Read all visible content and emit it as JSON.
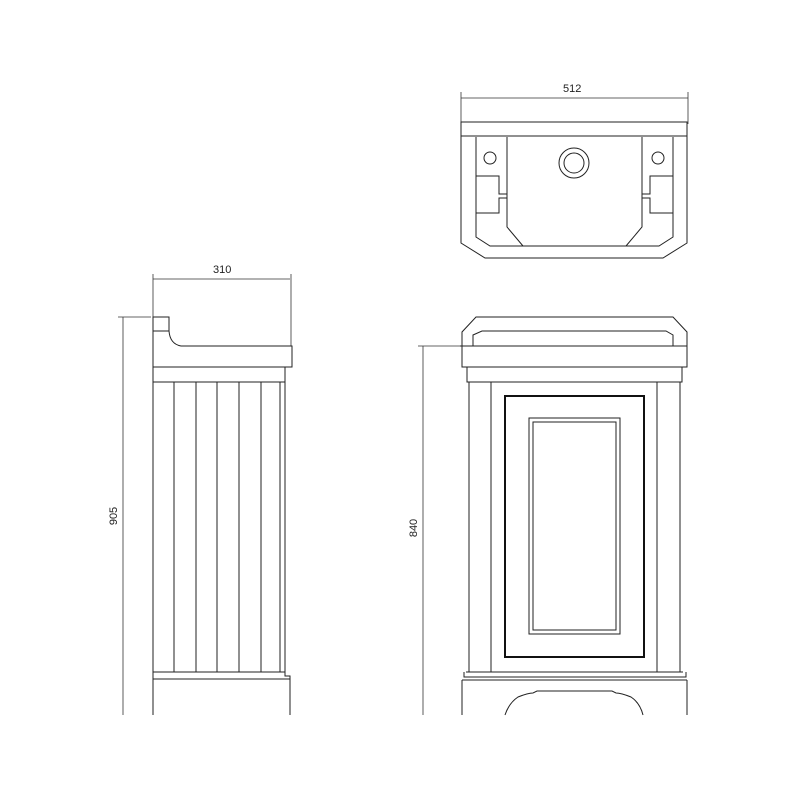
{
  "drawing": {
    "top_view": {
      "width_label": "512"
    },
    "side_view": {
      "depth_label": "310",
      "height_label": "905"
    },
    "front_view": {
      "height_label": "840"
    }
  }
}
